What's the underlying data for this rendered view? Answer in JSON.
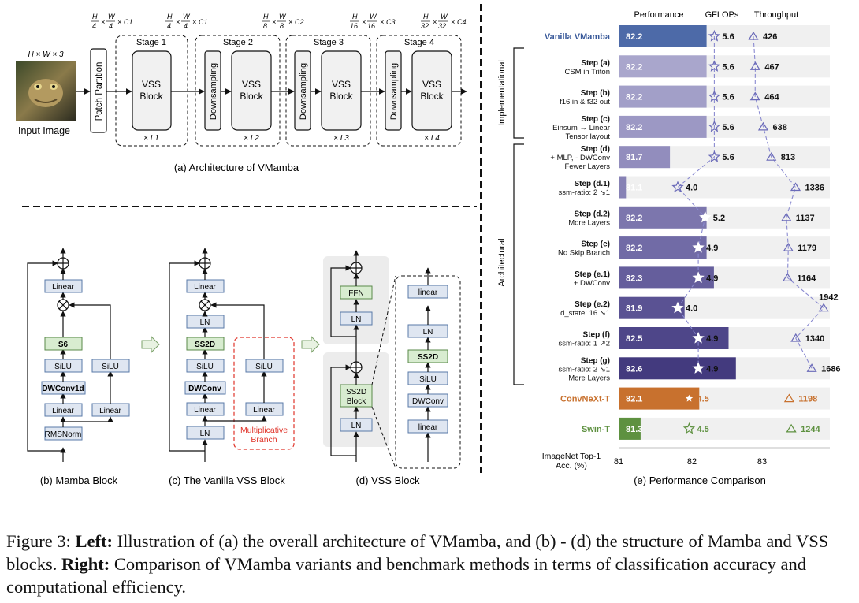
{
  "arch": {
    "input_dims": "H × W × 3",
    "input_label": "Input Image",
    "patch_partition": "Patch Partition",
    "vss_line1": "VSS",
    "vss_line2": "Block",
    "downsampling": "Downsampling",
    "stages": [
      "Stage 1",
      "Stage 2",
      "Stage 3",
      "Stage 4"
    ],
    "repeats": [
      "× L1",
      "× L2",
      "× L3",
      "× L4"
    ],
    "dims": [
      {
        "h": "H",
        "hd": "4",
        "w": "W",
        "wd": "4",
        "c": "C1"
      },
      {
        "h": "H",
        "hd": "4",
        "w": "W",
        "wd": "4",
        "c": "C1"
      },
      {
        "h": "H",
        "hd": "8",
        "w": "W",
        "wd": "8",
        "c": "C2"
      },
      {
        "h": "H",
        "hd": "16",
        "w": "W",
        "wd": "16",
        "c": "C3"
      },
      {
        "h": "H",
        "hd": "32",
        "w": "W",
        "wd": "32",
        "c": "C4"
      }
    ],
    "caption": "(a) Architecture of VMamba"
  },
  "blocks": {
    "mamba": {
      "linear": "Linear",
      "s6": "S6",
      "silu": "SiLU",
      "dwconv": "DWConv1d",
      "rmsnorm": "RMSNorm",
      "caption": "(b) Mamba Block"
    },
    "vanilla": {
      "linear": "Linear",
      "ln": "LN",
      "ss2d": "SS2D",
      "silu": "SiLU",
      "dwconv": "DWConv",
      "mult1": "Multiplicative",
      "mult2": "Branch",
      "caption": "(c) The Vanilla VSS Block"
    },
    "vss": {
      "ffn": "FFN",
      "ln": "LN",
      "ss2d1": "SS2D",
      "ss2d2": "Block",
      "linear": "linear",
      "ss2d": "SS2D",
      "silu": "SiLU",
      "dwconv": "DWConv",
      "caption": "(d) VSS Block"
    }
  },
  "chart_data": {
    "type": "bar",
    "title": "",
    "caption": "(e) Performance Comparison",
    "headers": [
      "Performance",
      "GFLOPs",
      "Throughput"
    ],
    "xlabel": "ImageNet Top-1\nAcc. (%)",
    "xticks": [
      "81",
      "82",
      "83"
    ],
    "xlim": [
      81,
      83.8
    ],
    "group_labels": [
      "Implementational",
      "Architectural"
    ],
    "rows": [
      {
        "name": "Vanilla VMamba",
        "sub": "",
        "acc": 82.2,
        "gflops": 5.6,
        "throughput": 426,
        "color": "#4d6aa8",
        "namecolor": "#3a5a9a"
      },
      {
        "name": "Step (a)",
        "sub": "CSM in Triton",
        "acc": 82.2,
        "gflops": 5.6,
        "throughput": 467,
        "color": "#a9a6cc",
        "namecolor": "#111"
      },
      {
        "name": "Step (b)",
        "sub": "f16 in & f32 out",
        "acc": 82.2,
        "gflops": 5.6,
        "throughput": 464,
        "color": "#a29fc8",
        "namecolor": "#111"
      },
      {
        "name": "Step (c)",
        "sub": "Einsum → Linear|Tensor layout",
        "acc": 82.2,
        "gflops": 5.6,
        "throughput": 638,
        "color": "#9c98c4",
        "namecolor": "#111"
      },
      {
        "name": "Step (d)",
        "sub": "+ MLP, - DWConv|Fewer Layers",
        "acc": 81.7,
        "gflops": 5.6,
        "throughput": 813,
        "color": "#928dbd",
        "namecolor": "#111"
      },
      {
        "name": "Step (d.1)",
        "sub": "ssm-ratio: 2 ↘1",
        "acc": 81.1,
        "gflops": 4.0,
        "throughput": 1336,
        "color": "#8782b5",
        "namecolor": "#111"
      },
      {
        "name": "Step (d.2)",
        "sub": "More Layers",
        "acc": 82.2,
        "gflops": 5.2,
        "throughput": 1137,
        "color": "#7c76ad",
        "namecolor": "#111"
      },
      {
        "name": "Step (e)",
        "sub": "No Skip Branch",
        "acc": 82.2,
        "gflops": 4.9,
        "throughput": 1179,
        "color": "#716ba6",
        "namecolor": "#111"
      },
      {
        "name": "Step (e.1)",
        "sub": "+ DWConv",
        "acc": 82.3,
        "gflops": 4.9,
        "throughput": 1164,
        "color": "#655e9c",
        "namecolor": "#111"
      },
      {
        "name": "Step (e.2)",
        "sub": "d_state: 16 ↘1",
        "acc": 81.9,
        "gflops": 4.0,
        "throughput": 1942,
        "color": "#5a5293",
        "namecolor": "#111"
      },
      {
        "name": "Step (f)",
        "sub": "ssm-ratio: 1 ↗2",
        "acc": 82.5,
        "gflops": 4.9,
        "throughput": 1340,
        "color": "#4e4689",
        "namecolor": "#111"
      },
      {
        "name": "Step (g)",
        "sub": "ssm-ratio: 2 ↘1|More Layers",
        "acc": 82.6,
        "gflops": 4.9,
        "throughput": 1686,
        "color": "#433a7e",
        "namecolor": "#111"
      },
      {
        "name": "ConvNeXt-T",
        "sub": "",
        "acc": 82.1,
        "gflops": 4.5,
        "throughput": 1198,
        "color": "#c8712e",
        "namecolor": "#c8712e"
      },
      {
        "name": "Swin-T",
        "sub": "",
        "acc": 81.3,
        "gflops": 4.5,
        "throughput": 1244,
        "color": "#5e9140",
        "namecolor": "#5e9140"
      }
    ]
  },
  "caption": {
    "fig": "Figure 3: ",
    "left_b": "Left:",
    "left_t": " Illustration of (a) the overall architecture of VMamba, and (b) - (d) the structure of Mamba and VSS blocks. ",
    "right_b": "Right:",
    "right_t": " Comparison of VMamba variants and benchmark methods in terms of classification accuracy and computational efficiency."
  }
}
